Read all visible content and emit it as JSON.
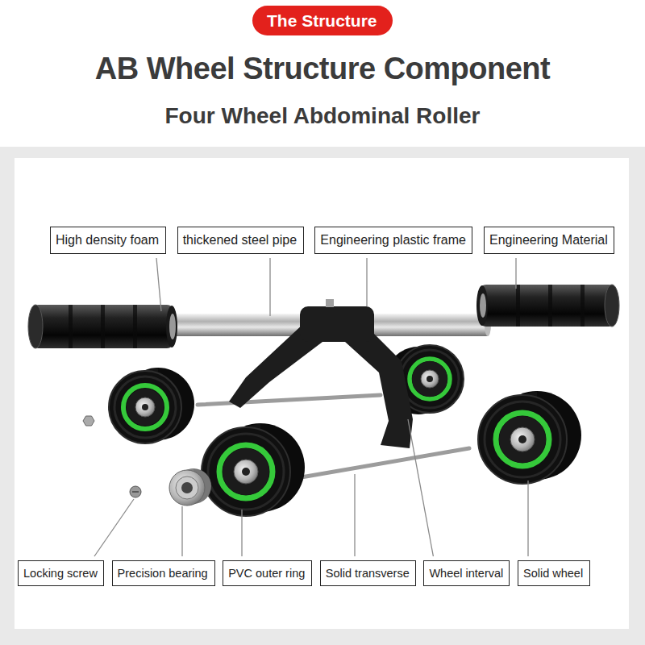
{
  "diagram": {
    "title": "AB Wheel Structure Component",
    "nodes": [
      {
        "text": [
          "The Structure"
        ]
      },
      {
        "text": [
          "High density foam"
        ]
      },
      {
        "text": [
          "thickened steel pipe"
        ]
      },
      {
        "text": [
          "Engineering plastic frame"
        ]
      },
      {
        "text": [
          "Engineering Material"
        ]
      },
      {
        "text": [
          "Locking screw"
        ]
      },
      {
        "text": [
          "Precision bearing"
        ]
      },
      {
        "text": [
          "PVC outer ring"
        ]
      },
      {
        "text": [
          "Solid transverse"
        ]
      },
      {
        "text": [
          "Wheel interval"
        ]
      },
      {
        "text": [
          "Solid wheel"
        ]
      }
    ],
    "labels": [
      "Four Wheel Abdominal Roller"
    ]
  }
}
